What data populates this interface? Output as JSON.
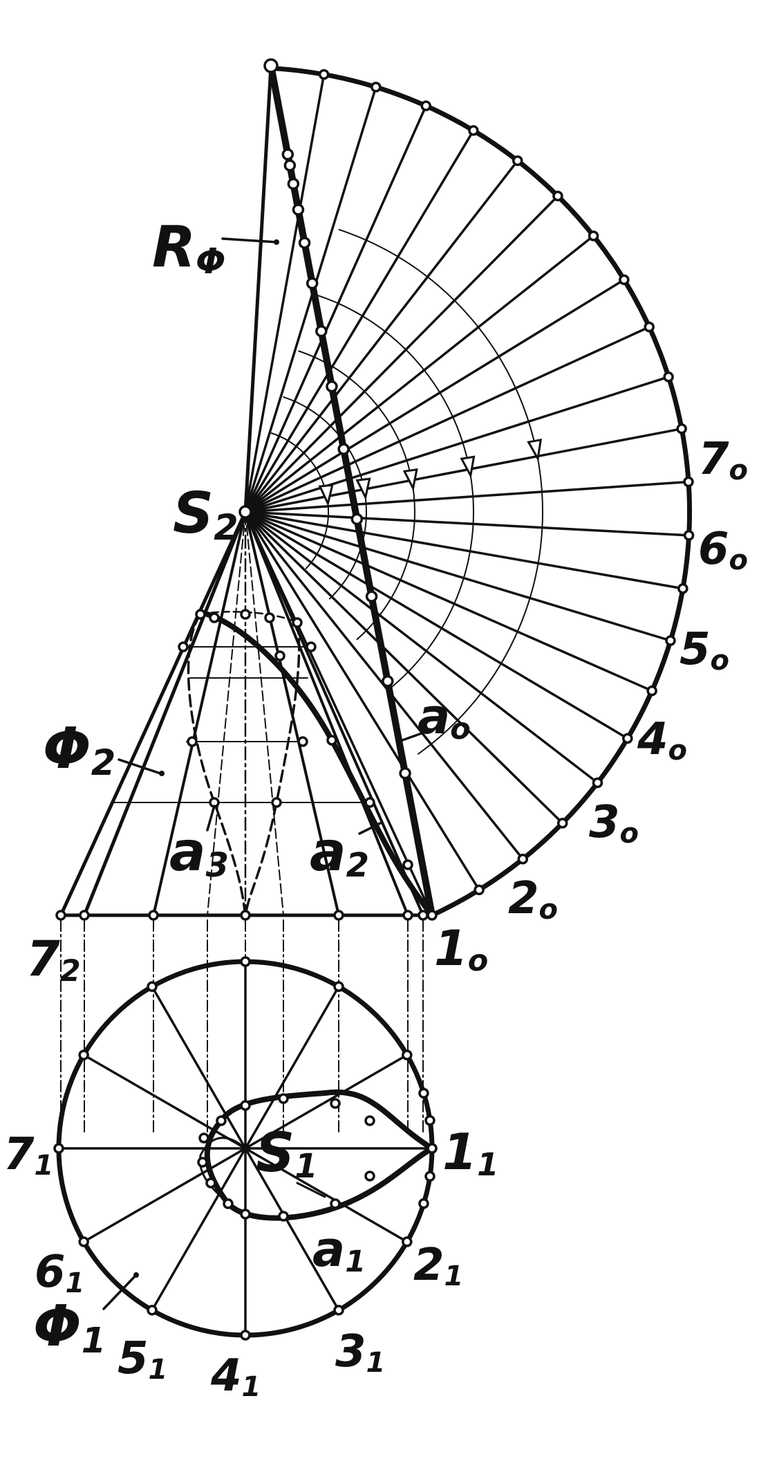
{
  "labels": {
    "r_phi": {
      "main": "R",
      "sub": "Φ"
    },
    "s2": {
      "main": "S",
      "sub": "2"
    },
    "phi2": {
      "main": "Φ",
      "sub": "2"
    },
    "a0": {
      "main": "a",
      "sub": "o"
    },
    "a2": {
      "main": "a",
      "sub": "2"
    },
    "a3": {
      "main": "a",
      "sub": "3"
    },
    "p7_2": {
      "main": "7",
      "sub": "2"
    },
    "p1_0": {
      "main": "1",
      "sub": "o"
    },
    "p2_0": {
      "main": "2",
      "sub": "o"
    },
    "p3_0": {
      "main": "3",
      "sub": "o"
    },
    "p4_0": {
      "main": "4",
      "sub": "o"
    },
    "p5_0": {
      "main": "5",
      "sub": "o"
    },
    "p6_0": {
      "main": "6",
      "sub": "o"
    },
    "p7_0": {
      "main": "7",
      "sub": "o"
    },
    "s1": {
      "main": "S",
      "sub": "1"
    },
    "a1": {
      "main": "a",
      "sub": "1"
    },
    "phi1": {
      "main": "Φ",
      "sub": "1"
    },
    "p1_1": {
      "main": "1",
      "sub": "1"
    },
    "p2_1": {
      "main": "2",
      "sub": "1"
    },
    "p3_1": {
      "main": "3",
      "sub": "1"
    },
    "p4_1": {
      "main": "4",
      "sub": "1"
    },
    "p5_1": {
      "main": "5",
      "sub": "1"
    },
    "p6_1": {
      "main": "6",
      "sub": "1"
    },
    "p7_1": {
      "main": "7",
      "sub": "1"
    }
  }
}
